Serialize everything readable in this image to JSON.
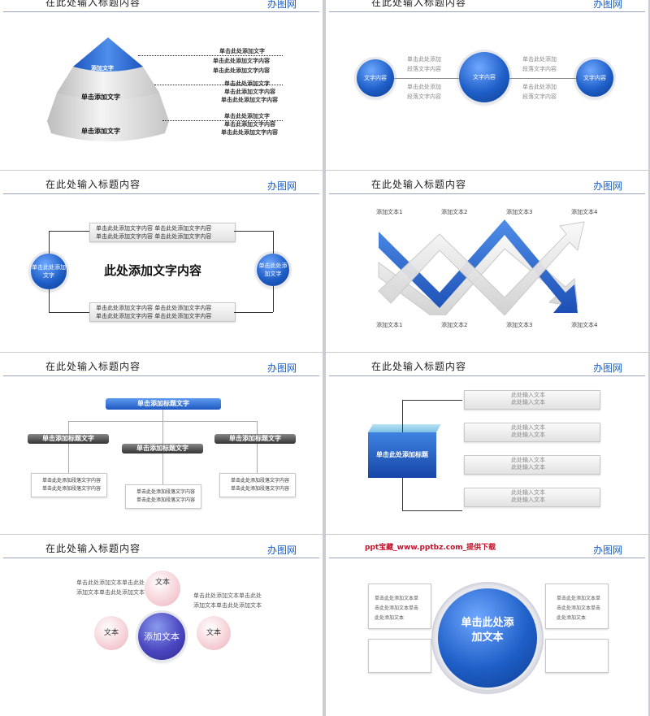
{
  "slide_title": "在此处输入标题内容",
  "brand": "办图网",
  "pyramid": {
    "top": "添加文字",
    "mid": "单击添加文字",
    "bottom": "单击添加文字",
    "annotations": [
      [
        "单击此处添加文字",
        "单击此处添加文字内容",
        "单击此处添加文字内容"
      ],
      [
        "单击此处添加文字",
        "单击此添加文字内容",
        "单击此处添加文字内容"
      ],
      [
        "单击此处添加文字",
        "单击此添加文字内容",
        "单击此处添加文字内容"
      ]
    ]
  },
  "flow": {
    "ball": "文字内容",
    "note": [
      "单击此处添加",
      "段落文字内容"
    ]
  },
  "cycle": {
    "left": "单击此处添加文字",
    "right": "单击此处添加文字",
    "center": "此处添加文字内容",
    "top_lines": [
      "单击此处添加文字内容 单击此处添加文字内容",
      "单击此处添加文字内容 单击此处添加文字内容"
    ]
  },
  "zigzag": {
    "label": "添加文本",
    "nums": [
      "1",
      "2",
      "3",
      "4"
    ]
  },
  "org": {
    "top": "单击添加标题文字",
    "mid": "单击添加标题文字",
    "desc": "单击此处添加段落文字内容"
  },
  "tree": {
    "main": "单击此处添加标题",
    "item": [
      "此处输入文本",
      "此处输入文本"
    ]
  },
  "flower": {
    "petal": "文本",
    "center": "添加文本",
    "desc1": [
      "单击此处添加文本单击此处",
      "添加文本单击此处添加文本"
    ],
    "desc2": [
      "单击此处添加文本单击此处",
      "添加文本单击此处添加文本"
    ]
  },
  "slide8": {
    "header": "ppt宝藏_www.pptbz.com_提供下载",
    "center": [
      "单击此处添",
      "加文本"
    ],
    "box": [
      "单击此处添加文本单",
      "击此处添加文本单击",
      "此处添加文本"
    ]
  }
}
